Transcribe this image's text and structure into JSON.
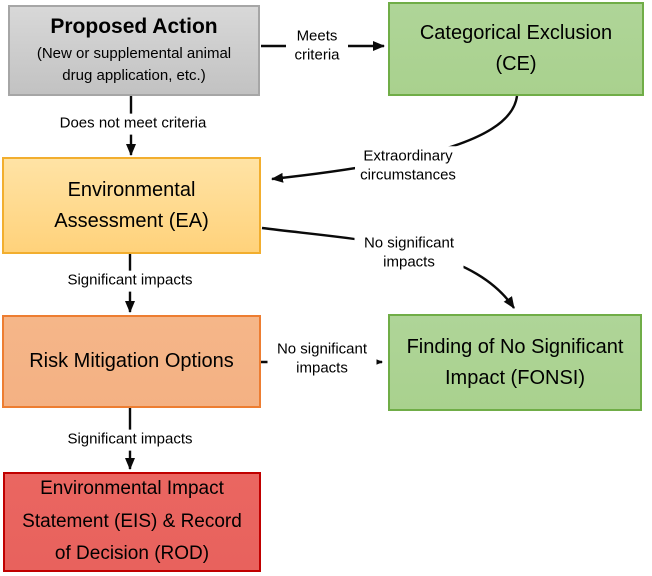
{
  "nodes": {
    "proposed_action": {
      "title": "Proposed Action",
      "subtitle": "(New or supplemental animal drug application, etc.)",
      "fill_top": "#D8D8D8",
      "fill": "#C2C2C2",
      "border": "#A6A6A6"
    },
    "categorical_exclusion": {
      "label": "Categorical Exclusion (CE)",
      "fill_top": "#AFD598",
      "fill": "#A9D18E",
      "border": "#70AD47"
    },
    "environmental_assessment": {
      "label": "Environmental Assessment (EA)",
      "fill_top": "#FFE3A5",
      "fill": "#FFD27B",
      "border": "#F2AE2E"
    },
    "risk_mitigation": {
      "label": "Risk Mitigation Options",
      "fill_top": "#F5B689",
      "fill": "#F4B183",
      "border": "#ED7D31"
    },
    "fonsi": {
      "label": "Finding of No Significant Impact (FONSI)",
      "fill_top": "#AFD598",
      "fill": "#A9D18E",
      "border": "#70AD47"
    },
    "eis": {
      "label": "Environmental Impact Statement (EIS) & Record of Decision (ROD)",
      "fill_top": "#EA6661",
      "fill": "#E8625D",
      "border": "#C00000"
    }
  },
  "edges": {
    "proposed_to_ce": {
      "label": "Meets criteria"
    },
    "proposed_to_ea": {
      "label": "Does not meet criteria"
    },
    "ce_to_ea": {
      "label": "Extraordinary circumstances"
    },
    "ea_to_risk": {
      "label": "Significant impacts"
    },
    "ea_to_fonsi": {
      "label": "No significant impacts"
    },
    "risk_to_fonsi": {
      "label": "No significant impacts"
    },
    "risk_to_eis": {
      "label": "Significant impacts"
    }
  },
  "arrow_color": "#0A0A0A",
  "background_color": "#FFFFFF"
}
